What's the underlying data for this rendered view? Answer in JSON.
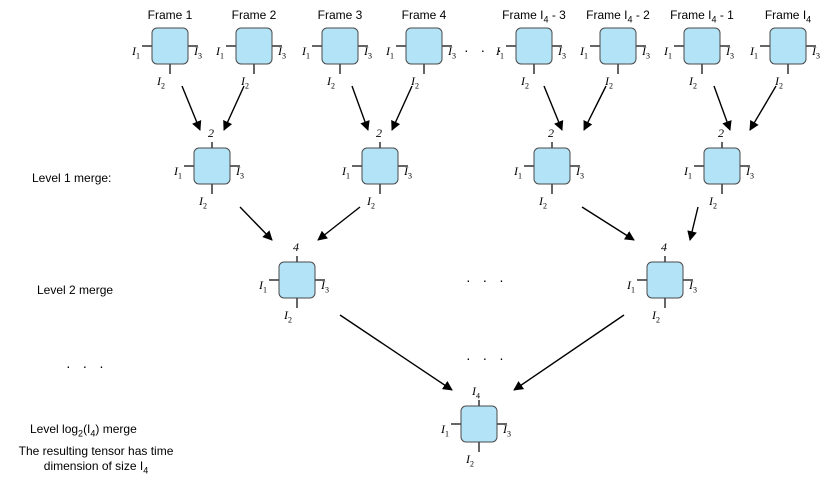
{
  "frames": [
    {
      "label": "Frame 1"
    },
    {
      "label": "Frame 2"
    },
    {
      "label": "Frame 3"
    },
    {
      "label": "Frame 4"
    },
    {
      "label": "Frame I",
      "sub": "4",
      "suffix": " - 3"
    },
    {
      "label": "Frame I",
      "sub": "4",
      "suffix": " - 2"
    },
    {
      "label": "Frame I",
      "sub": "4",
      "suffix": " - 1"
    },
    {
      "label": "Frame I",
      "sub": "4",
      "suffix": ""
    }
  ],
  "levels": {
    "level1": "Level 1 merge:",
    "level2": "Level 2 merge",
    "final_pre": "Level log",
    "final_sub": "2",
    "final_mid": "(I",
    "final_sub2": "4",
    "final_post": ") merge",
    "result_line1": "The resulting tensor has time",
    "result_line2_pre": "dimension of size I",
    "result_line2_sub": "4"
  },
  "index_labels": {
    "i1": "I",
    "i1_sub": "1",
    "i2": "I",
    "i2_sub": "2",
    "i3": "I",
    "i3_sub": "3",
    "i4": "I",
    "i4_sub": "4",
    "two": "2",
    "four": "4"
  },
  "ellipsis": "· · ·",
  "colors": {
    "node_fill": "#b3e3f7",
    "node_stroke": "#4a4a4a",
    "edge": "#000000"
  }
}
